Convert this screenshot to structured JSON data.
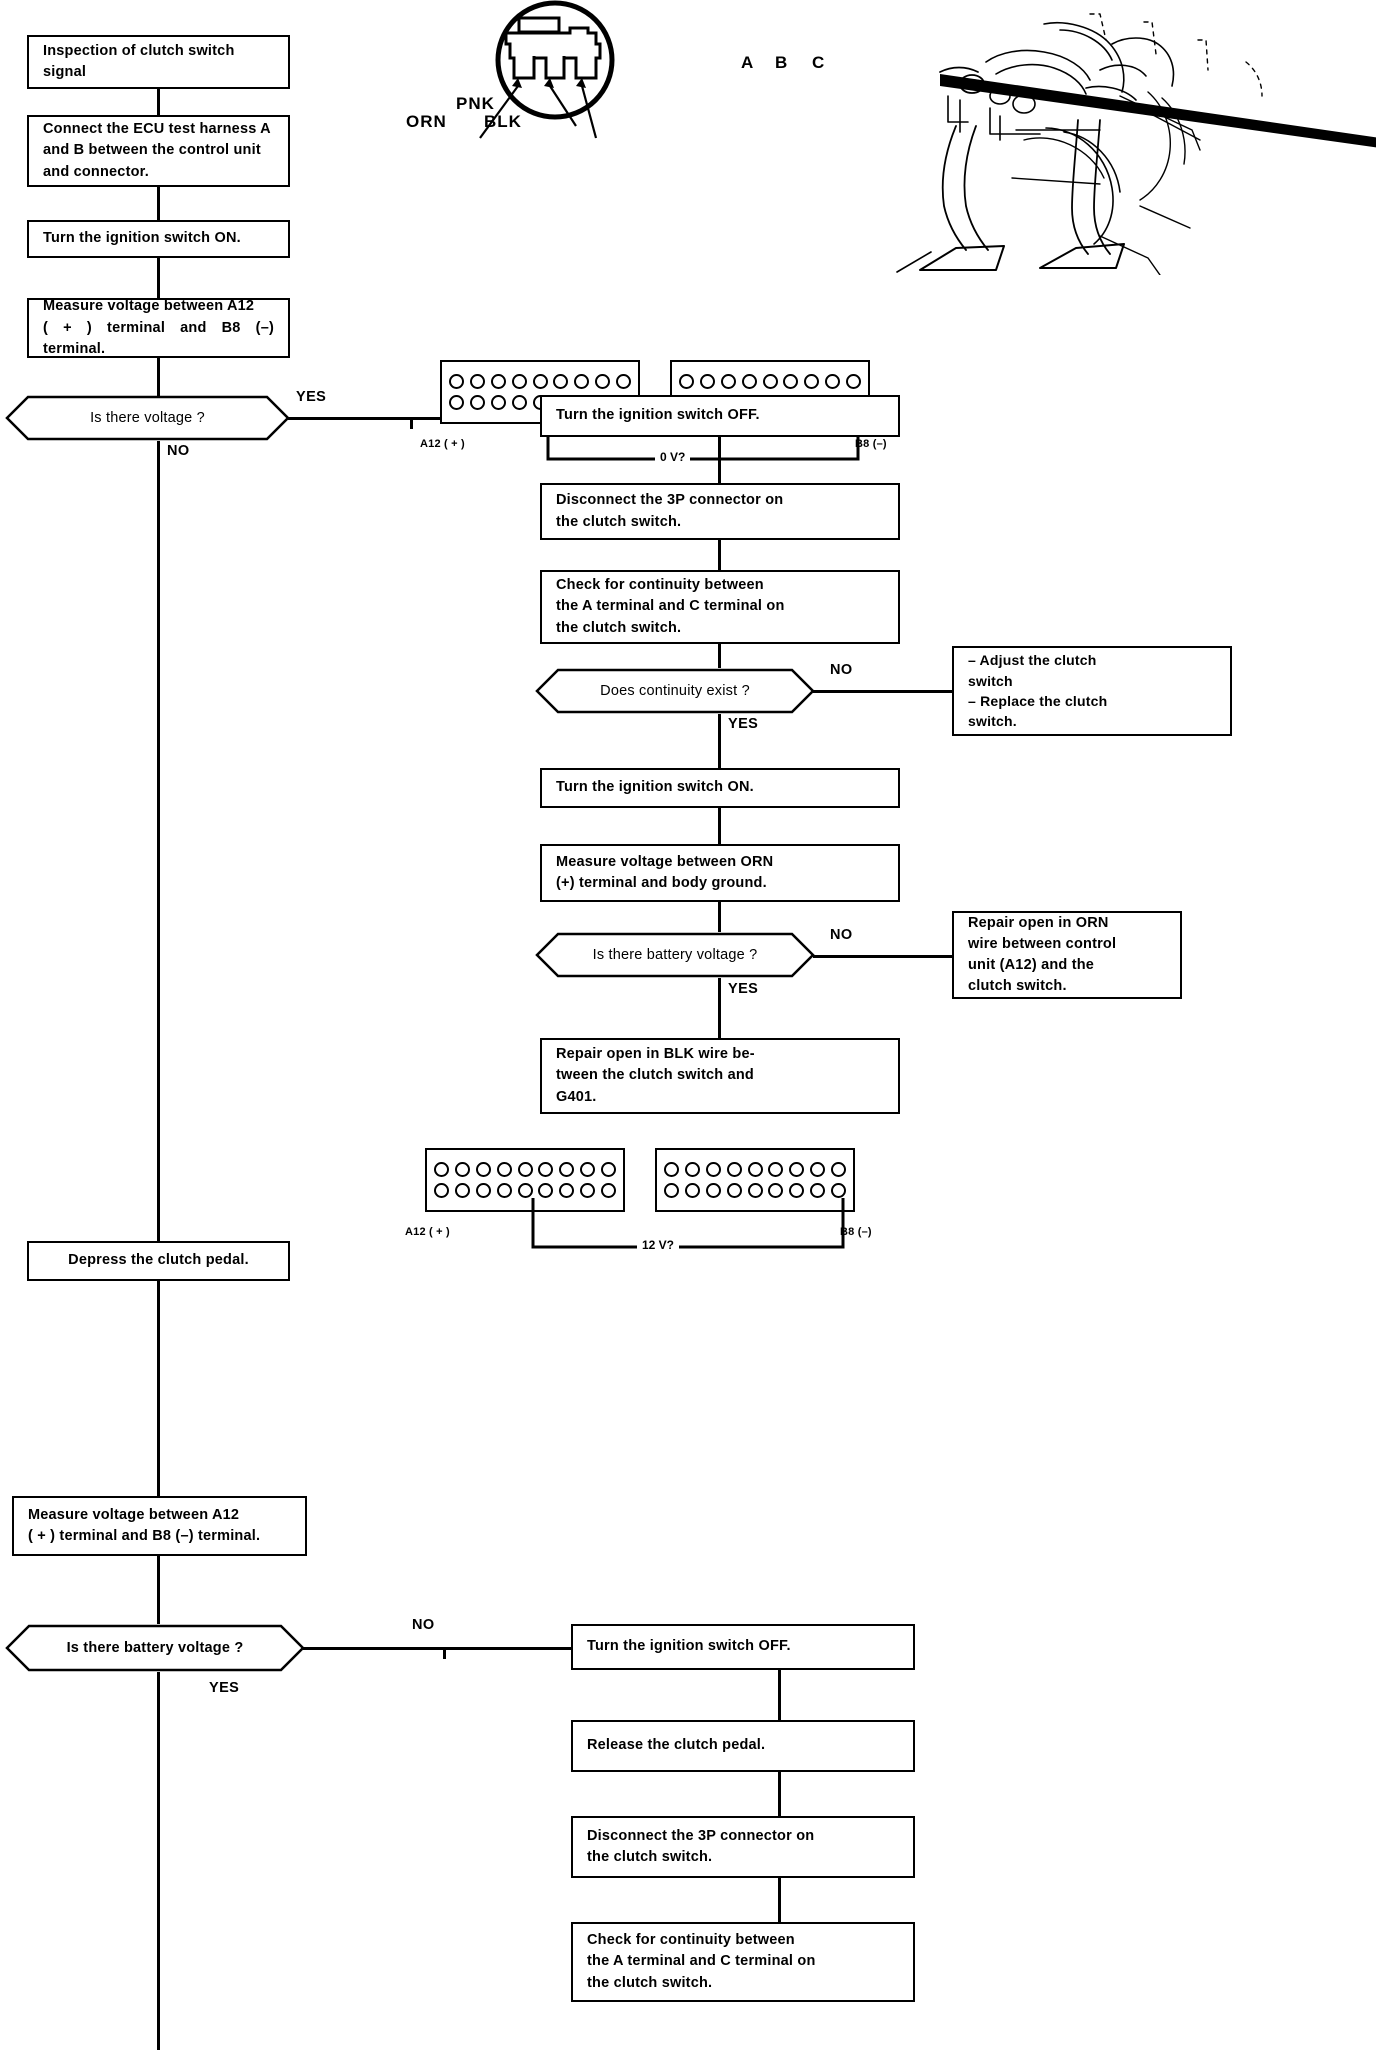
{
  "title": "Inspection of clutch switch signal",
  "illustration": {
    "wire_labels": [
      {
        "name": "orn-wire-label",
        "text": "ORN"
      },
      {
        "name": "pnk-wire-label",
        "text": "PNK"
      },
      {
        "name": "blk-wire-label",
        "text": "BLK"
      }
    ],
    "terminal_letters": [
      {
        "name": "terminal-a-label",
        "text": "A"
      },
      {
        "name": "terminal-b-label",
        "text": "B"
      },
      {
        "name": "terminal-c-label",
        "text": "C"
      }
    ]
  },
  "left_column": {
    "step_title": "Inspection of clutch switch\nsignal",
    "step_connect": "Connect the ECU test harness A\nand B between the control unit\nand connector.",
    "step_ign_on": "Turn the ignition switch ON.",
    "step_measure_1": "Measure  voltage  between  A12\n( + ) terminal and B8 (–) terminal.",
    "decision_voltage": "Is there voltage ?",
    "decision_voltage_yes": "YES",
    "decision_voltage_no": "NO",
    "step_depress": "Depress the clutch pedal.",
    "step_measure_2": "Measure  voltage  between  A12\n( + ) terminal and B8 (–) terminal.",
    "decision_battery": "Is there battery voltage ?",
    "decision_battery_no": "NO",
    "decision_battery_yes": "YES"
  },
  "right_column": {
    "step_ign_off_1": "Turn the ignition switch OFF.",
    "step_disconnect_1": "Disconnect the 3P connector on\nthe clutch switch.",
    "step_check_continuity_1": "Check  for  continuity  between\nthe A terminal and C terminal on\nthe clutch switch.",
    "decision_continuity": "Does continuity exist ?",
    "decision_continuity_no": "NO",
    "decision_continuity_yes": "YES",
    "result_adjust_replace": "–  Adjust    the    clutch\n    switch\n–  Replace   the   clutch\n    switch.",
    "step_ign_on_2": "Turn the ignition switch ON.",
    "step_measure_orn": "Measure  voltage  between  ORN\n(+) terminal and body ground.",
    "decision_battery_2": "Is there battery voltage ?",
    "decision_battery_2_no": "NO",
    "decision_battery_2_yes": "YES",
    "result_repair_orn": "Repair open in ORN\nwire between control\nunit (A12) and the\nclutch switch.",
    "result_repair_blk": "Repair open in BLK wire be-\ntween the clutch switch and\nG401.",
    "step_ign_off_2": "Turn the ignition switch OFF.",
    "step_release": "Release the clutch pedal.",
    "step_disconnect_2": "Disconnect the 3P connector on\nthe clutch switch.",
    "step_check_continuity_2": "Check  for  continuity  between\nthe A terminal and C terminal on\nthe clutch switch."
  },
  "connector_diagrams": [
    {
      "name": "ecu-connector-diagram-0v",
      "left_label": "A12 ( + )",
      "right_label": "B8 (–)",
      "measurement": "0 V?",
      "rows_per_block": 2,
      "pins_per_row": 9
    },
    {
      "name": "ecu-connector-diagram-12v",
      "left_label": "A12 ( + )",
      "right_label": "B8 (–)",
      "measurement": "12 V?",
      "rows_per_block": 2,
      "pins_per_row": 9
    }
  ],
  "colors": {
    "line": "#000000",
    "background": "#ffffff"
  }
}
